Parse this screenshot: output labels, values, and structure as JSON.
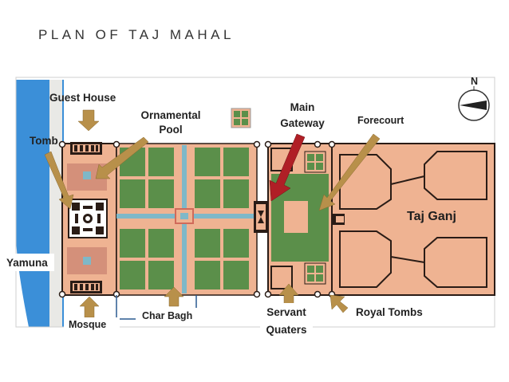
{
  "title": "PLAN OF TAJ MAHAL",
  "compass": {
    "letter": "N"
  },
  "labels": {
    "guest_house": "Guest House",
    "ornamental_pool_line1": "Ornamental",
    "ornamental_pool_line2": "Pool",
    "main_gateway_line1": "Main",
    "main_gateway_line2": "Gateway",
    "forecourt": "Forecourt",
    "tomb": "Tomb",
    "taj_ganj": "Taj Ganj",
    "yamuna": "Yamuna",
    "mosque": "Mosque",
    "char_bagh": "Char Bagh",
    "servant_quarters_line1": "Servant",
    "servant_quarters_line2": "Quaters",
    "royal_tombs": "Royal Tombs"
  },
  "colors": {
    "river": "#3b8fd8",
    "terrace": "#efb392",
    "garden": "#5b8f4a",
    "water_channel": "#7fb8c8",
    "arrow": "#b8904a",
    "gateway_arrow": "#b01f26",
    "wall": "#2a1c16"
  }
}
